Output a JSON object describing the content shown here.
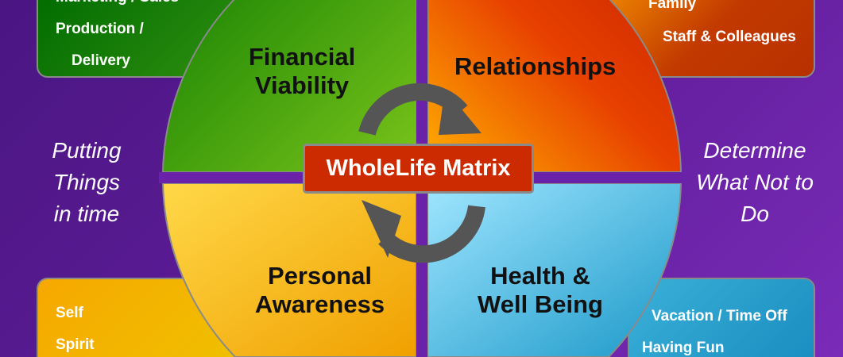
{
  "title": "WholeLife Matrix",
  "quadrants": {
    "top_left": {
      "label": "Financial Viability",
      "color": "#2f9a10"
    },
    "top_right": {
      "label": "Relationships",
      "color": "#e04a00"
    },
    "bottom_left": {
      "label": "Personal Awareness",
      "color": "#f8c000"
    },
    "bottom_right": {
      "label": "Health & Well Being",
      "color": "#40b8e0"
    }
  },
  "boxes": {
    "top_left": [
      "Marketing / Sales",
      "Production /",
      "Delivery"
    ],
    "top_right": [
      "Family",
      "Staff & Colleagues"
    ],
    "bottom_left": [
      "Self",
      "Spirit"
    ],
    "bottom_right": [
      "Vacation / Time Off",
      "Having Fun"
    ]
  },
  "side_text": {
    "left": [
      "Putting",
      "Things",
      "in time"
    ],
    "right": [
      "Determine",
      "What Not to",
      "Do"
    ]
  },
  "icons": [
    "cycle-arrow-icon",
    "cycle-arrow-icon"
  ]
}
